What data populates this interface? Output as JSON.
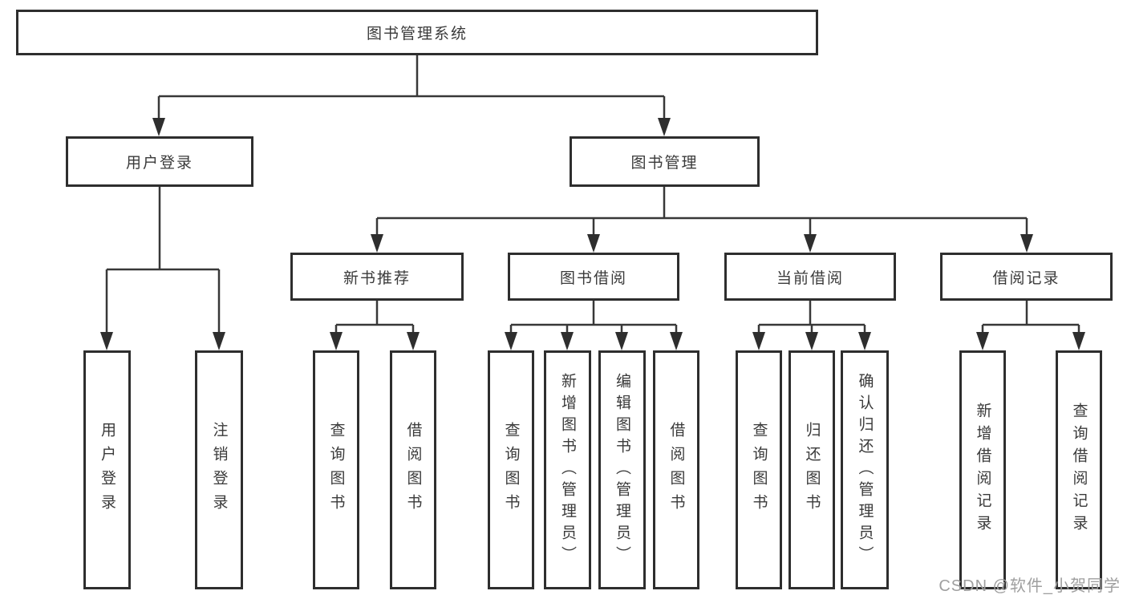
{
  "diagram": {
    "title": "图书管理系统",
    "root": {
      "label": "图书管理系统"
    },
    "branches": {
      "user_login": {
        "label": "用户登录",
        "children": {
          "login": "用户登录",
          "logout": "注销登录"
        }
      },
      "book_mgmt": {
        "label": "图书管理",
        "sections": {
          "new_book_rec": {
            "label": "新书推荐",
            "children": {
              "query_books": "查询图书",
              "borrow_books": "借阅图书"
            }
          },
          "book_borrow": {
            "label": "图书借阅",
            "children": {
              "query_books": "查询图书",
              "add_books": "新增图书（管理员）",
              "edit_books": "编辑图书（管理员）",
              "borrow_books": "借阅图书"
            }
          },
          "current_borrow": {
            "label": "当前借阅",
            "children": {
              "query_books": "查询图书",
              "return_books": "归还图书",
              "confirm_return": "确认归还（管理员）"
            }
          },
          "borrow_records": {
            "label": "借阅记录",
            "children": {
              "add_record": "新增借阅记录",
              "query_record": "查询借阅记录"
            }
          }
        }
      }
    }
  },
  "watermark": {
    "text": "CSDN @软件_小贺同学",
    "color": "#9f9f9f"
  },
  "colors": {
    "background": "#ffffff",
    "box_border": "#2e2e2e",
    "line": "#383838",
    "arrow": "#2e2e2e",
    "text": "#3a3a3a"
  }
}
